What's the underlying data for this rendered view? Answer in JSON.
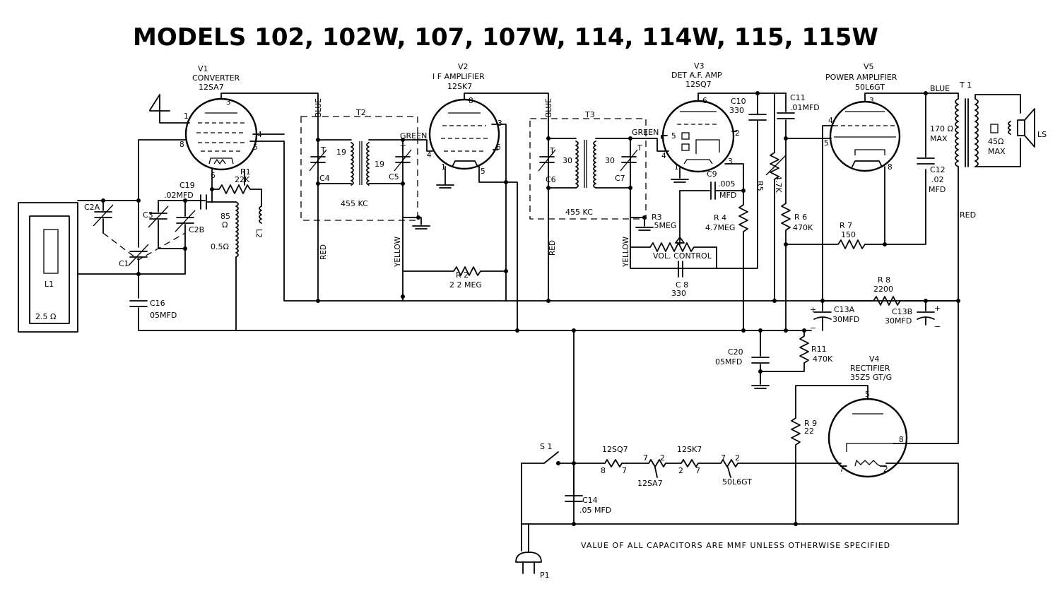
{
  "title": "MODELS 102, 102W, 107, 107W, 114, 114W, 115, 115W",
  "tubes": {
    "v1": {
      "ref": "V1",
      "func": "CONVERTER",
      "type": "12SA7"
    },
    "v2": {
      "ref": "V2",
      "func": "I F AMPLIFIER",
      "type": "12SK7"
    },
    "v3": {
      "ref": "V3",
      "func": "DET A.F. AMP",
      "type": "12SQ7"
    },
    "v4": {
      "ref": "V4",
      "func": "RECTIFIER",
      "type": "35Z5 GT/G"
    },
    "v5": {
      "ref": "V5",
      "func": "POWER AMPLIFIER",
      "type": "50L6GT"
    }
  },
  "components": {
    "c2a": "C2A",
    "c3": "C3",
    "c2b": "C2B",
    "c1": "C1",
    "c19": "C19",
    "c19_val": ".02MFD",
    "r1": "R1",
    "r1_val": "22K",
    "c16": "C16",
    "c16_val": "05MFD",
    "l1": "L1",
    "l1_val": "2.5 Ω",
    "l2": "L2",
    "l2_val_a": "85",
    "l2_val_b": "Ω",
    "l2_val_c": "0.5Ω",
    "t2": "T2",
    "t3": "T3",
    "c4": "C4",
    "c5": "C5",
    "c6": "C6",
    "c7": "C7",
    "t2_a": "19",
    "t2_b": "19",
    "t3_a": "30",
    "t3_b": "30",
    "ohm": "Ω",
    "kc_1": "455 KC",
    "kc_2": "455 KC",
    "trim": "T",
    "r2": "R 2",
    "r2_val": "2 2 MEG",
    "r3": "R3",
    "r3_val": ".5MEG",
    "r4": "R 4",
    "r4_val": "4.7MEG",
    "r5": "R5",
    "r5_val": "4.7K",
    "r6": "R 6",
    "r6_val": "470K",
    "r7": "R 7",
    "r7_val": "150",
    "r8": "R 8",
    "r8_val": "2200",
    "r9": "R 9",
    "r9_val": "22",
    "r11": "R11",
    "r11_val": "470K",
    "c8": "C 8",
    "c8_val": "330",
    "c9": "C9",
    "c9_val": ".005",
    "c9_unit": "MFD",
    "c10": "C10",
    "c10_val": "330",
    "c11": "C11",
    "c11_val": ".01MFD",
    "c12": "C12",
    "c12_val": ".02",
    "c12_unit": "MFD",
    "c13a": "C13A",
    "c13a_val": "30MFD",
    "c13b": "C13B",
    "c13b_val": "30MFD",
    "c14": "C14",
    "c14_val": ".05 MFD",
    "c20": "C20",
    "c20_val": "05MFD",
    "t1": "T 1",
    "t1_pri": "170 Ω",
    "t1_pri_max": "MAX",
    "t1_sec": "45Ω",
    "t1_sec_max": "MAX",
    "ls": "LS",
    "vol_control": "VOL. CONTROL",
    "s1": "S 1",
    "p1": "P1"
  },
  "wire_colors": {
    "blue": "BLUE",
    "green": "GREEN",
    "red": "RED",
    "yellow": "YELLOW"
  },
  "heaters": {
    "t1": "12SQ7",
    "t2": "12SK7",
    "t3": "12SA7",
    "t4": "50L6GT"
  },
  "pins": {
    "p1": "1",
    "p2": "2",
    "p3": "3",
    "p4": "4",
    "p5": "5",
    "p6": "6",
    "p7": "7",
    "p8": "8"
  },
  "footnote": "VALUE OF ALL CAPACITORS ARE MMF UNLESS OTHERWISE SPECIFIED",
  "colors": {
    "ink": "#000000",
    "paper": "#ffffff"
  }
}
